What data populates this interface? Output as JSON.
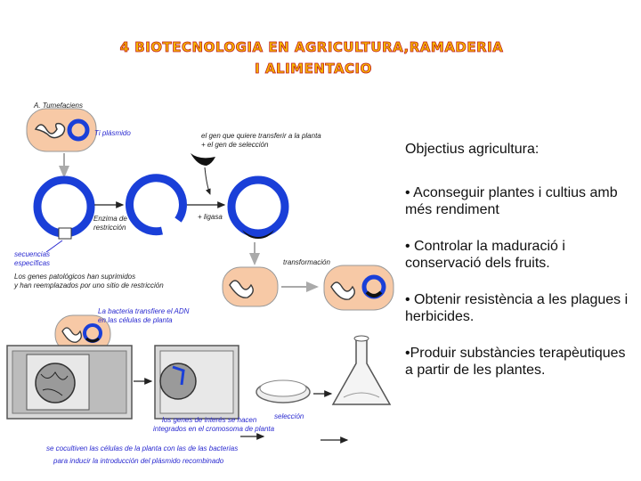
{
  "title": {
    "line1": "4 BIOTECNOLOGIA EN AGRICULTURA,RAMADERIA",
    "line2": "I ALIMENTACIO"
  },
  "objectives": {
    "heading": "Objectius agricultura:",
    "items": [
      "• Aconseguir plantes i cultius amb més rendiment",
      "• Controlar la maduració i conservació dels fruits.",
      "• Obtenir resistència a les plagues i herbicides.",
      "•Produir substàncies terapèutiques a partir de les plantes."
    ]
  },
  "diagram": {
    "a_tumefaciens": "A. Tumefaciens",
    "ti_plasmid": "Ti plásmido",
    "gene_line1": "el gen que quiere transferir a la planta",
    "gene_line2": "+ el gen de selección",
    "enzyme_line1": "Enzima de",
    "enzyme_line2": "restricción",
    "ligase": "+ ligasa",
    "sequences_line1": "secuencias",
    "sequences_line2": "específicas",
    "pathogenic_line1": "Los genes patológicos han suprimidos",
    "pathogenic_line2": "y han reemplazados por uno sitio de restricción",
    "transformation": "transformación",
    "bacteria_line1": "La bacteria transfiere el ADN",
    "bacteria_line2": "en las células de planta",
    "genes_line1": "los genes de interés se hacen",
    "genes_line2": "integrados en el cromosoma de planta",
    "selection": "selección",
    "cocultivate_line1": "se cocultiven las células de la planta con las de las bacterias",
    "cocultivate_line2": "para inducir la introducción del plásmido recombinado"
  },
  "colors": {
    "title_fill": "#f5b800",
    "title_outline": "#c01818",
    "plasmid_blue": "#1a3fd8",
    "cell_fill": "#f7c9a6",
    "label_blue": "#2a2ad0"
  }
}
